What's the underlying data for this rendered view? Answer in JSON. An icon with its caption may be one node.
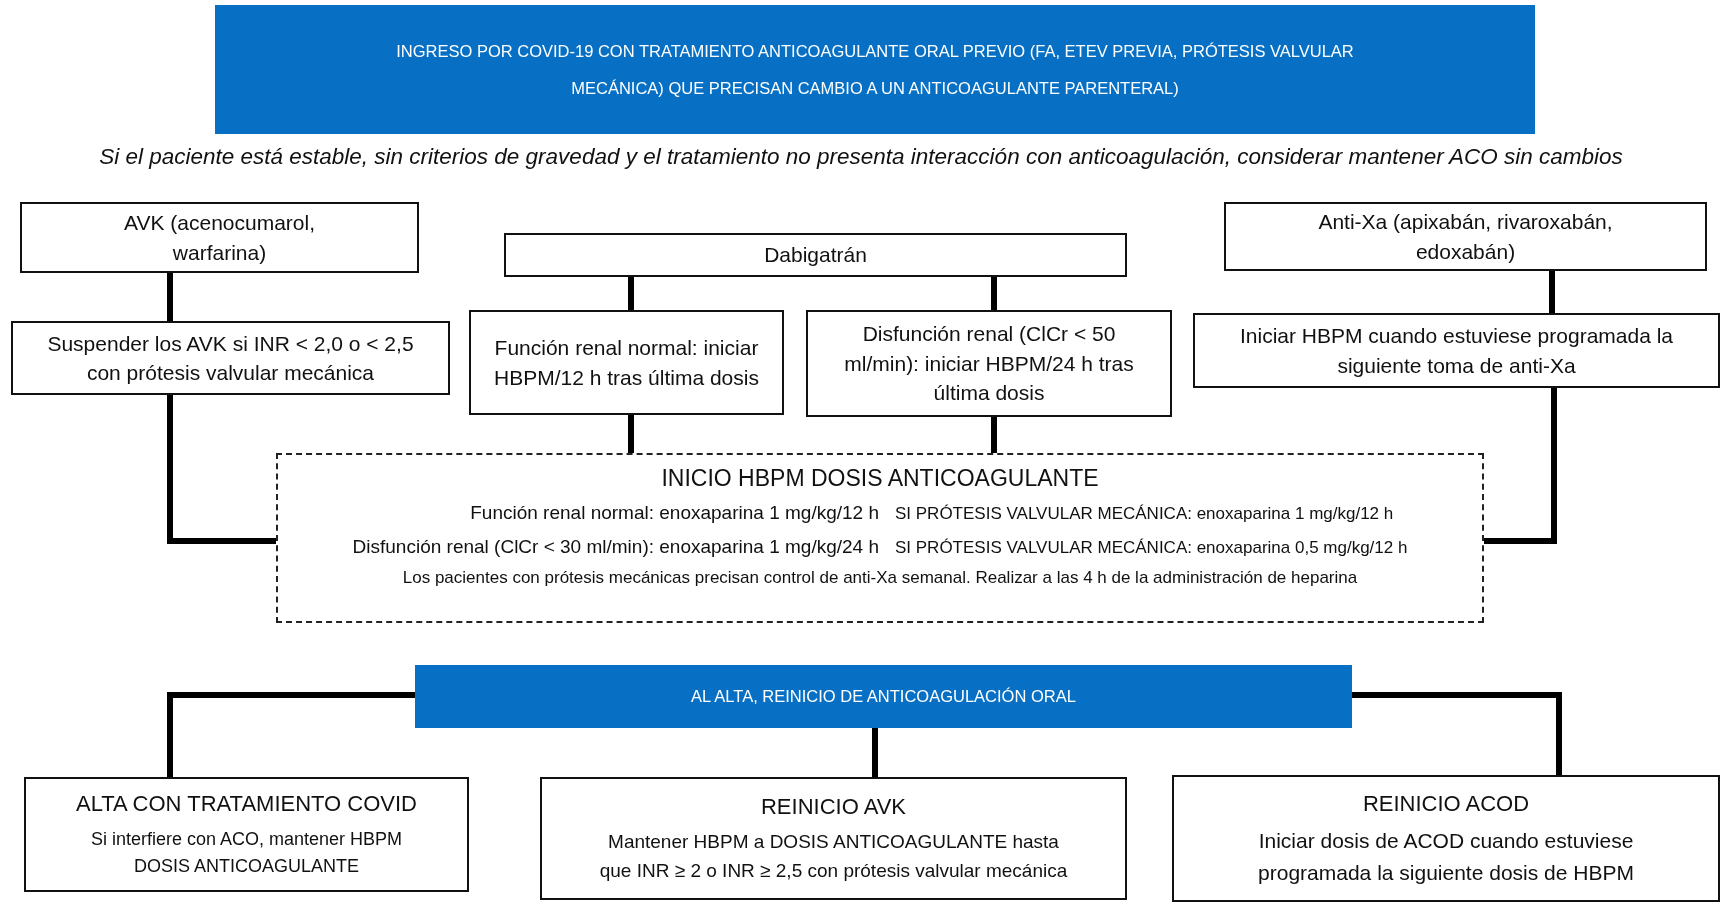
{
  "diagram": {
    "nodes": [
      {
        "text": [
          "INGRESO POR COVID-19 CON TRATAMIENTO ANTICOAGULANTE ORAL PREVIO (FA, ETEV PREVIA, PRÓTESIS VALVULAR MECÁNICA) QUE PRECISAN CAMBIO A UN ANTICOAGULANTE PARENTERAL)"
        ]
      },
      {
        "text": [
          "AVK (acenocumarol, warfarina)"
        ]
      },
      {
        "text": [
          "Dabigatrán"
        ]
      },
      {
        "text": [
          "Anti-Xa (apixabán, rivaroxabán, edoxabán)"
        ]
      },
      {
        "text": [
          "Suspender los AVK si INR < 2,0 o < 2,5 con prótesis valvular mecánica"
        ]
      },
      {
        "text": [
          "Función renal normal: iniciar HBPM/12 h tras última dosis"
        ]
      },
      {
        "text": [
          "Disfunción renal (ClCr < 50 ml/min): iniciar HBPM/24 h tras última dosis"
        ]
      },
      {
        "text": [
          "Iniciar HBPM cuando estuviese programada la siguiente toma de anti-Xa"
        ]
      },
      {
        "text": [
          "INICIO HBPM DOSIS ANTICOAGULANTE",
          "Función renal normal: enoxaparina 1 mg/kg/12 h",
          "SI PRÓTESIS VALVULAR MECÁNICA: enoxaparina 1 mg/kg/12 h",
          "Disfunción renal (ClCr < 30 ml/min): enoxaparina 1 mg/kg/24 h",
          "SI PRÓTESIS VALVULAR MECÁNICA: enoxaparina 0,5 mg/kg/12 h",
          "Los pacientes con prótesis mecánicas precisan control de anti-Xa semanal. Realizar a las 4 h de la administración de heparina"
        ]
      },
      {
        "text": [
          "AL ALTA, REINICIO DE ANTICOAGULACIÓN ORAL"
        ]
      },
      {
        "text": [
          "ALTA CON TRATAMIENTO COVID",
          "Si interfiere con ACO, mantener HBPM DOSIS ANTICOAGULANTE"
        ]
      },
      {
        "text": [
          "REINICIO AVK",
          "Mantener HBPM a DOSIS ANTICOAGULANTE hasta que INR ≥ 2 o INR ≥ 2,5 con prótesis valvular mecánica"
        ]
      },
      {
        "text": [
          "REINICIO ACOD",
          "Iniciar dosis de ACOD cuando estuviese programada la siguiente dosis de HBPM"
        ]
      }
    ],
    "edges": [
      {
        "from": 1,
        "to": 4,
        "arrow": "none"
      },
      {
        "from": 2,
        "to": 5,
        "arrow": "none"
      },
      {
        "from": 2,
        "to": 6,
        "arrow": "none"
      },
      {
        "from": 3,
        "to": 7,
        "arrow": "none"
      },
      {
        "from": 4,
        "to": 8,
        "arrow": "none"
      },
      {
        "from": 5,
        "to": 8,
        "arrow": "none"
      },
      {
        "from": 6,
        "to": 8,
        "arrow": "none"
      },
      {
        "from": 7,
        "to": 8,
        "arrow": "none"
      },
      {
        "from": 9,
        "to": 10,
        "arrow": "none"
      },
      {
        "from": 9,
        "to": 11,
        "arrow": "none"
      },
      {
        "from": 9,
        "to": 12,
        "arrow": "none"
      }
    ],
    "labels": [
      "Si el paciente está estable, sin criterios de gravedad y el tratamiento no presenta interacción con anticoagulación, considerar mantener ACO sin cambios"
    ]
  }
}
